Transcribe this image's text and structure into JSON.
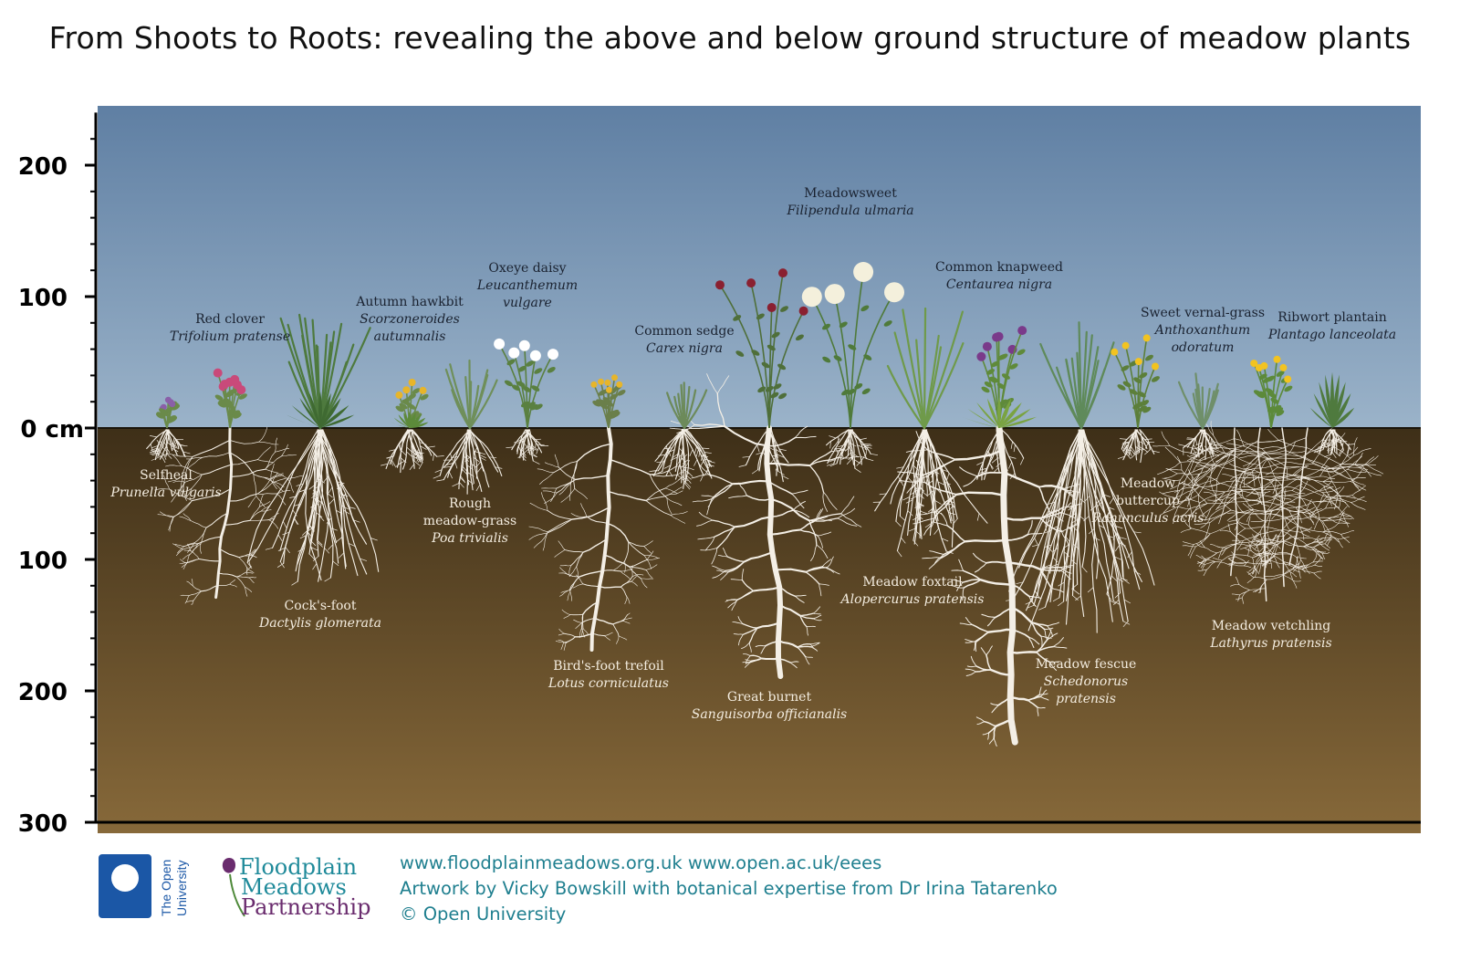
{
  "title": "From Shoots to Roots: revealing the above and below ground structure of meadow plants",
  "axis": {
    "unit_label": "0 cm",
    "ticks": [
      {
        "value": 200,
        "label": "200"
      },
      {
        "value": 100,
        "label": "100"
      },
      {
        "value": 0,
        "label": "0 cm"
      },
      {
        "value": -100,
        "label": "100"
      },
      {
        "value": -200,
        "label": "200"
      },
      {
        "value": -300,
        "label": "300"
      }
    ],
    "range": [
      -300,
      240
    ]
  },
  "colors": {
    "sky_top": "#5f7fa3",
    "sky_bottom": "#9bb3c9",
    "soil_top": "#3e2f18",
    "soil_bottom": "#87693a",
    "root": "#f4efe6",
    "foliage": "#5c7f3a",
    "link_text": "#1f7f8f",
    "fmp_teal": "#1f8a9a",
    "fmp_purple": "#6a2c6e"
  },
  "plants": [
    {
      "id": "selfheal",
      "common": "Selfheal",
      "latin": "Prunella vulgaris",
      "label_pos": "below",
      "shoot_height": 22,
      "root_depth": 25
    },
    {
      "id": "red-clover",
      "common": "Red clover",
      "latin": "Trifolium pratense",
      "label_pos": "above",
      "shoot_height": 45,
      "root_depth": 130
    },
    {
      "id": "cocks-foot",
      "common": "Cock's-foot",
      "latin": "Dactylis glomerata",
      "label_pos": "below",
      "shoot_height": 95,
      "root_depth": 120
    },
    {
      "id": "autumn-hawkbit",
      "common": "Autumn hawkbit",
      "latin_lines": [
        "Scorzoneroides",
        "autumnalis"
      ],
      "label_pos": "above",
      "shoot_height": 40,
      "root_depth": 35
    },
    {
      "id": "rough-meadow-grass",
      "common_lines": [
        "Rough",
        "meadow-grass"
      ],
      "latin": "Poa trivialis",
      "label_pos": "below",
      "shoot_height": 55,
      "root_depth": 50
    },
    {
      "id": "oxeye-daisy",
      "common": "Oxeye daisy",
      "latin_lines": [
        "Leucanthemum",
        "vulgare"
      ],
      "label_pos": "above",
      "shoot_height": 75,
      "root_depth": 25
    },
    {
      "id": "birds-foot-trefoil",
      "common": "Bird's-foot trefoil",
      "latin": "Lotus corniculatus",
      "label_pos": "below",
      "shoot_height": 40,
      "root_depth": 170
    },
    {
      "id": "common-sedge",
      "common": "Common sedge",
      "latin": "Carex nigra",
      "label_pos": "above",
      "shoot_height": 40,
      "root_depth": 45
    },
    {
      "id": "great-burnet",
      "common": "Great burnet",
      "latin": "Sanguisorba officianalis",
      "label_pos": "below",
      "shoot_height": 130,
      "root_depth": 190
    },
    {
      "id": "meadowsweet",
      "common": "Meadowsweet",
      "latin": "Filipendula ulmaria",
      "label_pos": "above",
      "shoot_height": 130,
      "root_depth": 30
    },
    {
      "id": "meadow-foxtail",
      "common": "Meadow foxtail",
      "latin": "Alopercurus pratensis",
      "label_pos": "below",
      "shoot_height": 100,
      "root_depth": 95
    },
    {
      "id": "common-knapweed",
      "common": "Common knapweed",
      "latin": "Centaurea nigra",
      "label_pos": "above",
      "shoot_height": 80,
      "root_depth": 240
    },
    {
      "id": "meadow-fescue",
      "common": "Meadow fescue",
      "latin_lines": [
        "Schedonorus",
        "pratensis"
      ],
      "label_pos": "below",
      "shoot_height": 85,
      "root_depth": 160
    },
    {
      "id": "meadow-buttercup",
      "common_lines": [
        "Meadow",
        "buttercup"
      ],
      "latin": "Ranunculus acris",
      "label_pos": "below",
      "shoot_height": 70,
      "root_depth": 25
    },
    {
      "id": "sweet-vernal-grass",
      "common": "Sweet vernal-grass",
      "latin_lines": [
        "Anthoxanthum",
        "odoratum"
      ],
      "label_pos": "above",
      "shoot_height": 45,
      "root_depth": 25
    },
    {
      "id": "meadow-vetchling",
      "common": "Meadow vetchling",
      "latin": "Lathyrus pratensis",
      "label_pos": "below",
      "shoot_height": 55,
      "root_depth": 135
    },
    {
      "id": "ribwort-plantain",
      "common": "Ribwort plantain",
      "latin": "Plantago lanceolata",
      "label_pos": "above",
      "shoot_height": 50,
      "root_depth": 20
    }
  ],
  "footer": {
    "links_line": "www.floodplainmeadows.org.uk  www.open.ac.uk/eees",
    "credit_line": "Artwork by Vicky Bowskill with botanical expertise from Dr Irina Tatarenko",
    "copyright_line": "© Open University",
    "ou_logo_text_1": "The Open",
    "ou_logo_text_2": "University",
    "fmp_line_1": "Floodplain",
    "fmp_line_2": "Meadows",
    "fmp_line_3": "Partnership"
  }
}
